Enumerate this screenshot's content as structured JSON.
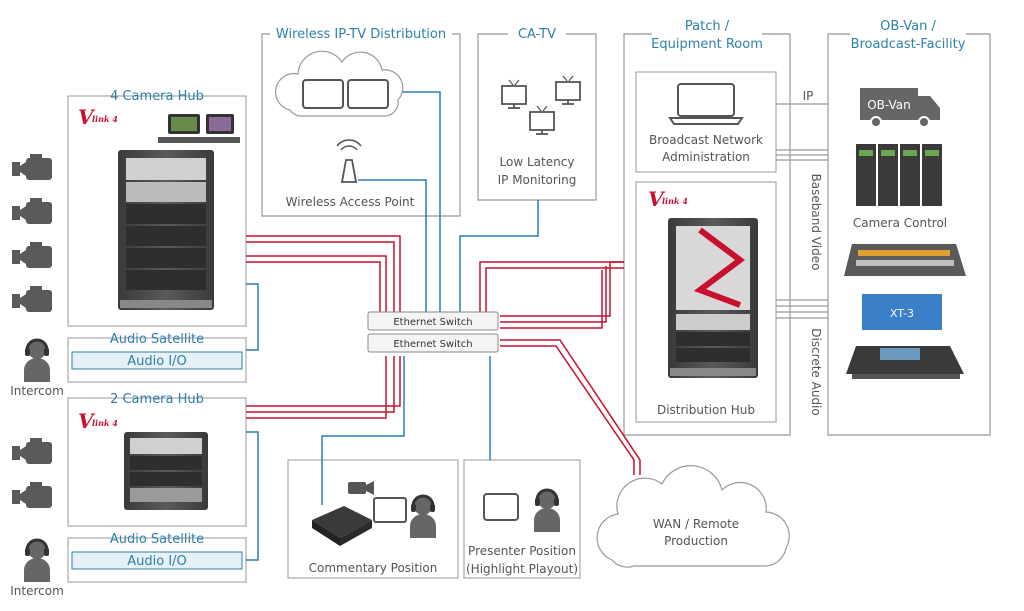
{
  "sections": {
    "four_camera_hub": "4 Camera Hub",
    "two_camera_hub": "2 Camera Hub",
    "audio_satellite_1": "Audio Satellite",
    "audio_io_1": "Audio I/O",
    "audio_satellite_2": "Audio Satellite",
    "audio_io_2": "Audio I/O",
    "intercom_1": "Intercom",
    "intercom_2": "Intercom",
    "wireless_title": "Wireless IP-TV Distribution",
    "wireless_ap": "Wireless Access Point",
    "catv_title": "CA-TV",
    "catv_line1": "Low Latency",
    "catv_line2": "IP Monitoring",
    "patch_title_1": "Patch /",
    "patch_title_2": "Equipment Room",
    "bna_line1": "Broadcast Network",
    "bna_line2": "Administration",
    "distribution_hub": "Distribution Hub",
    "obvan_title_1": "OB-Van /",
    "obvan_title_2": "Broadcast-Facility",
    "obvan_truck": "OB-Van",
    "camera_control": "Camera Control",
    "ip_label": "IP",
    "baseband_video": "Baseband Video",
    "discrete_audio": "Discrete Audio",
    "switch_1": "Ethernet Switch",
    "switch_2": "Ethernet Switch",
    "commentary": "Commentary Position",
    "presenter_1": "Presenter Position",
    "presenter_2": "(Highlight Playout)",
    "wan_1": "WAN / Remote",
    "wan_2": "Production",
    "vlink_logo": "V",
    "vlink_sub": "link 4",
    "xt3_label": "XT-3"
  },
  "colors": {
    "title": "#2f7fa8",
    "text": "#555555",
    "frame": "#aaaaaa",
    "red_line": "#c8102e",
    "blue_line": "#2b7fb8",
    "device": "#4a4a4a"
  }
}
